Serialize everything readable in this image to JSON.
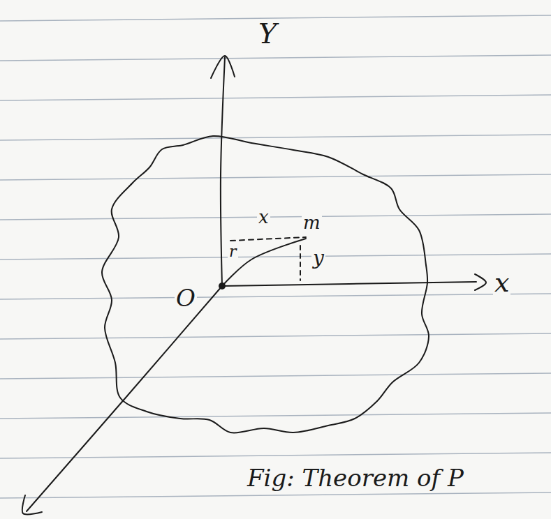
{
  "diagram": {
    "caption": "Fig: Theorem of P",
    "labels": [
      "Y",
      "x",
      "O",
      "x",
      "m",
      "r",
      "y"
    ]
  }
}
